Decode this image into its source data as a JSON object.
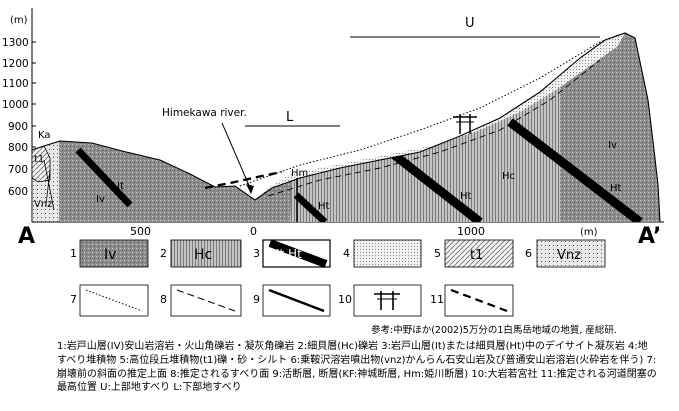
{
  "section": {
    "left_end": "A",
    "right_end": "A’",
    "y_unit": "(m)",
    "y_ticks": [
      "1300",
      "1200",
      "1100",
      "1000",
      "900",
      "800",
      "700",
      "600"
    ],
    "x_ticks": [
      "500",
      "0",
      "1000"
    ],
    "x_unit": "(m)",
    "river_label": "Himekawa river.",
    "labels": {
      "Ka": "Ka",
      "t1": "t1",
      "Vnz": "Vnz",
      "Iv": "Iv",
      "It": "It",
      "Hm": "Hm",
      "Ht": "Ht",
      "Hc": "Hc",
      "U": "U",
      "L": "L"
    }
  },
  "legend_boxes": [
    {
      "num": "1",
      "label": "Iv"
    },
    {
      "num": "2",
      "label": "Hc"
    },
    {
      "num": "3",
      "label": "It Ht"
    },
    {
      "num": "4",
      "label": ""
    },
    {
      "num": "5",
      "label": "t1"
    },
    {
      "num": "6",
      "label": "Vnz"
    },
    {
      "num": "7",
      "label": ""
    },
    {
      "num": "8",
      "label": ""
    },
    {
      "num": "9",
      "label": ""
    },
    {
      "num": "10",
      "label": ""
    },
    {
      "num": "11",
      "label": ""
    }
  ],
  "reference": "参考:中野ほか(2002)5万分の1白馬岳地域の地質, 産総研.",
  "legend_text": "1:岩戸山層(IV)安山岩溶岩・火山角礫岩・凝灰角礫岩 2:細貝層(Hc)礫岩 3:岩戸山層(It)または細貝層(Ht)中のデイサイト凝灰岩 4:地すべり堆積物 5:高位段丘堆積物(t1)礫・砂・シルト 6:乗鞍沢溶岩噴出物(vnz)かんらん石安山岩及び普通安山岩溶岩(火砕岩を伴う) 7:崩壊前の斜面の推定上面 8:推定されるすべり面 9:活断層, 断層(KF:神城断層, Hm:姫川断層) 10:大岩若宮社 11:推定される河道閉塞の最高位置 U:上部地すべり L:下部地すべり"
}
